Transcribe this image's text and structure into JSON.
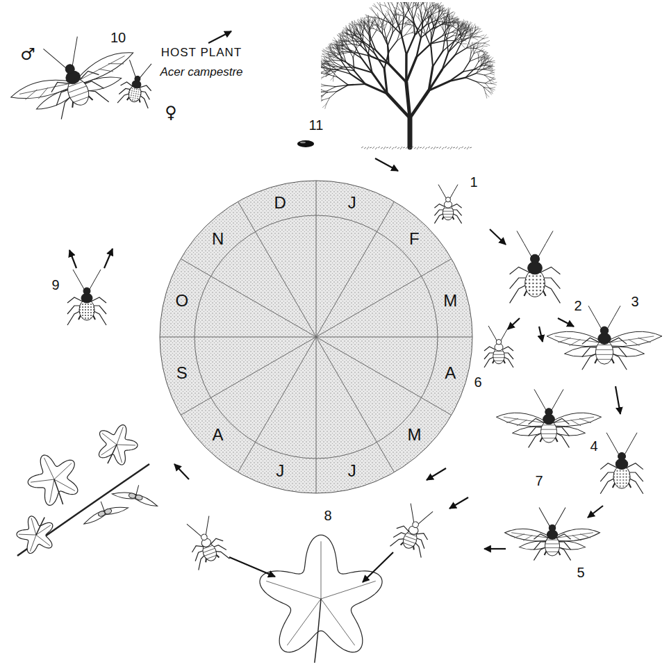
{
  "diagram": {
    "labels": [
      "HOST PLANT",
      "Acer campestre",
      "11",
      "J",
      "F",
      "M",
      "A",
      "M",
      "J",
      "J",
      "A",
      "S",
      "O",
      "N",
      "D",
      "1",
      "2",
      "3",
      "4",
      "5",
      "6",
      "7",
      "8",
      "9",
      "10",
      "♂",
      "♀"
    ]
  }
}
